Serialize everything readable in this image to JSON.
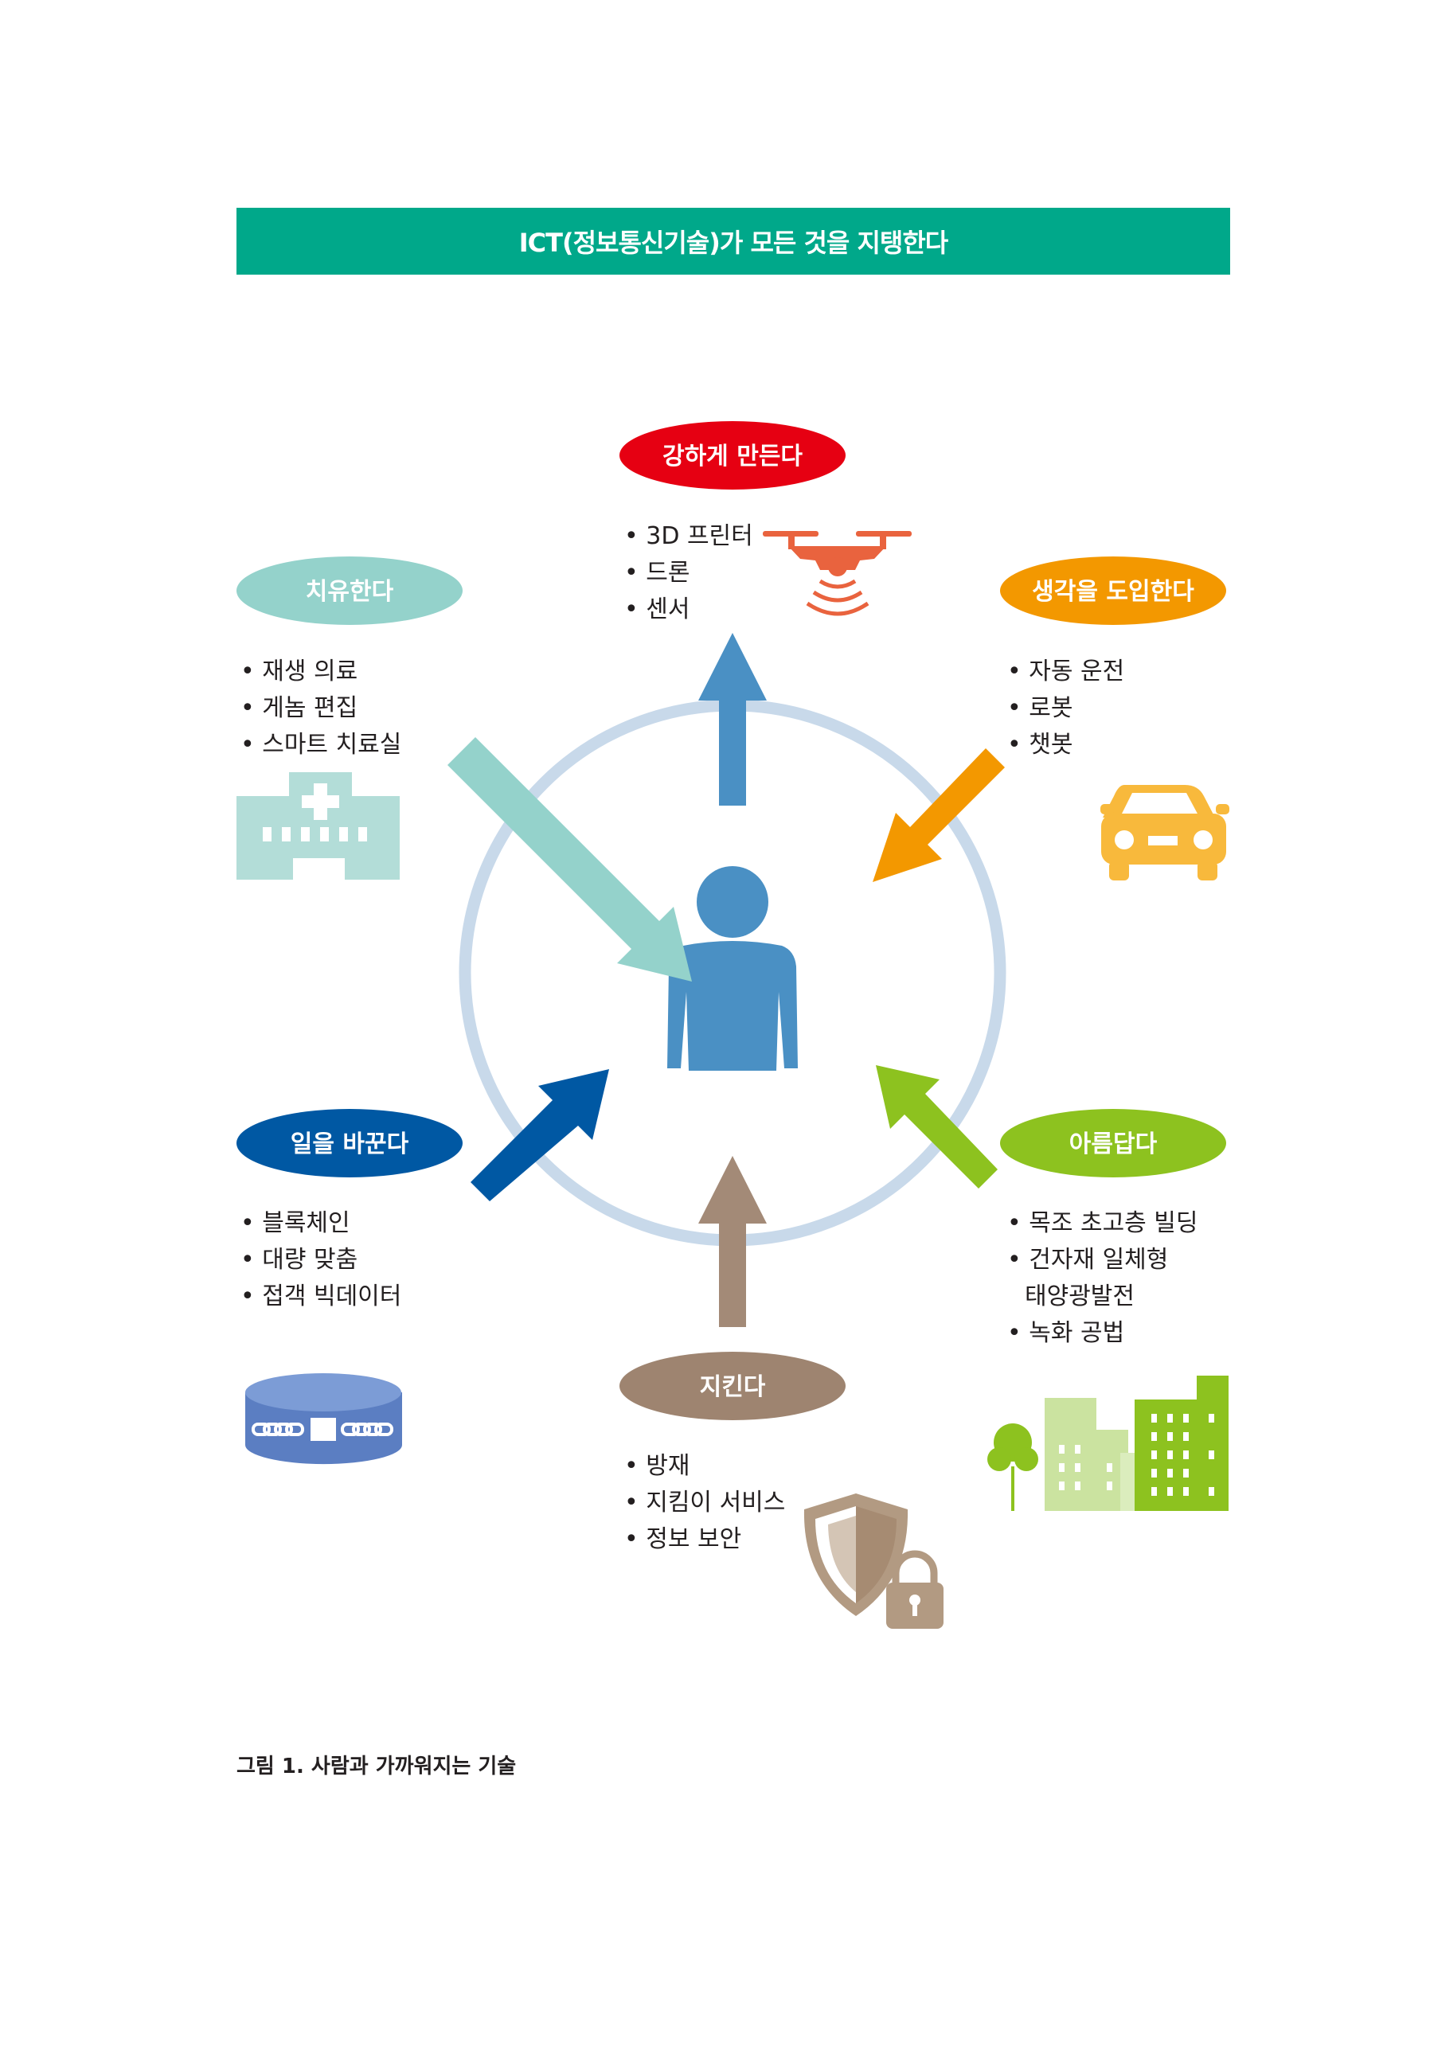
{
  "header": {
    "title": "ICT(정보통신기술)가 모든 것을 지탱한다"
  },
  "categories": {
    "top": {
      "label": "강하게 만든다",
      "color": "#e60012",
      "icon": "drone-icon",
      "items": [
        "• 3D 프린터",
        "• 드론",
        "• 센서"
      ]
    },
    "upper_left": {
      "label": "치유한다",
      "color": "#94d2cb",
      "icon": "hospital-icon",
      "items": [
        "• 재생 의료",
        "• 게놈 편집",
        "• 스마트 치료실"
      ]
    },
    "upper_right": {
      "label": "생각을 도입한다",
      "color": "#f39800",
      "icon": "car-icon",
      "items": [
        "• 자동 운전",
        "• 로봇",
        "• 챗봇"
      ]
    },
    "lower_left": {
      "label": "일을 바꾼다",
      "color": "#0058a3",
      "icon": "blockchain-icon",
      "items": [
        "• 블록체인",
        "• 대량 맞춤",
        "• 접객 빅데이터"
      ]
    },
    "lower_right": {
      "label": "아름답다",
      "color": "#8dc21f",
      "icon": "city-buildings-icon",
      "items": [
        "• 목조 초고층 빌딩",
        "• 건자재 일체형",
        "태양광발전",
        "• 녹화 공법"
      ]
    },
    "bottom": {
      "label": "지킨다",
      "color": "#9e8470",
      "icon": "shield-lock-icon",
      "items": [
        "• 방재",
        "• 지킴이 서비스",
        "• 정보 보안"
      ]
    }
  },
  "center": {
    "icon": "person-icon",
    "color": "#4a90c4",
    "ring_color": "#c8d9ea"
  },
  "caption": "그림 1. 사람과 가까워지는 기술"
}
